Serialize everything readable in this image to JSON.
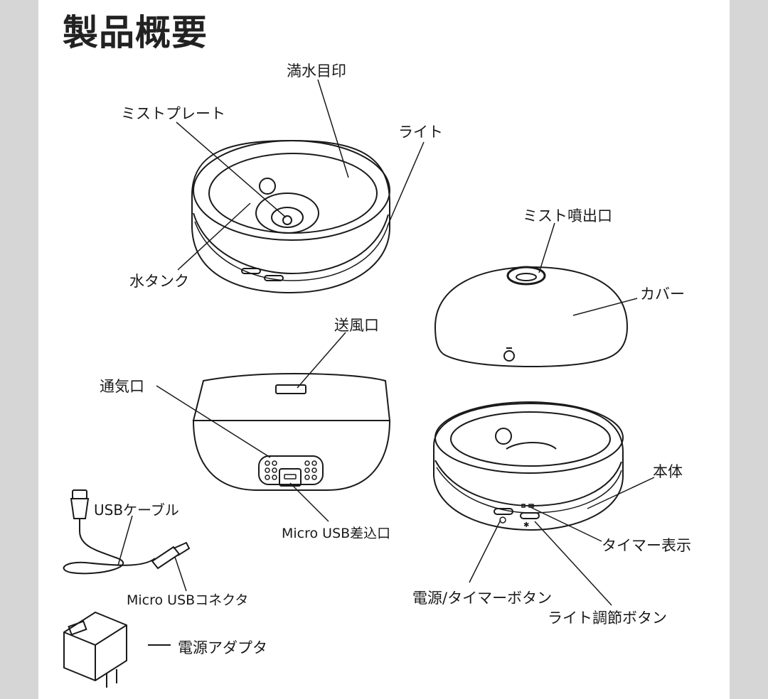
{
  "title": "製品概要",
  "labels": {
    "full_water_mark": "満水目印",
    "mist_plate": "ミストプレート",
    "light": "ライト",
    "water_tank": "水タンク",
    "mist_outlet": "ミスト噴出口",
    "cover": "カバー",
    "air_outlet": "送風口",
    "vent": "通気口",
    "micro_usb_port": "Micro USB差込口",
    "usb_cable": "USBケーブル",
    "micro_usb_connector": "Micro USBコネクタ",
    "power_adapter": "電源アダプタ",
    "body": "本体",
    "timer_display": "タイマー表示",
    "power_timer_button": "電源/タイマーボタン",
    "light_adjust_button": "ライト調節ボタン"
  },
  "icons": {
    "logo": "drop-logo-icon"
  }
}
